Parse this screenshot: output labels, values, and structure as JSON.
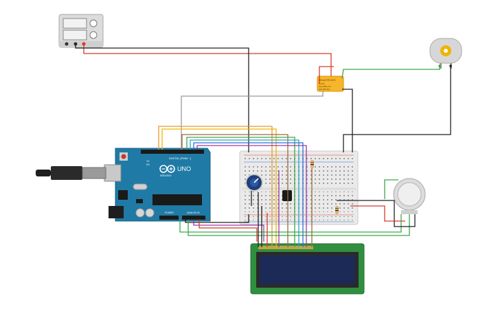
{
  "arduino": {
    "brand_text": "UNO",
    "sub_text": "ARDUINO",
    "header_digital": "DIGITAL (PWM ~)",
    "header_power": "POWER",
    "header_analog": "ANALOG IN",
    "tx_label": "TX",
    "rx_label": "RX"
  },
  "relay": {
    "line1": "RELAY-PR-SCS",
    "line2": "5V DC",
    "line3": "10A 250V AC",
    "line4": "10A 30V DC"
  },
  "colors": {
    "arduino_board": "#1f7aa6",
    "breadboard": "#e9e9e9",
    "lcd_pcb": "#2f8f3f",
    "lcd_screen": "#1c2a57",
    "relay_body": "#f7b52a",
    "wire_red": "#d63a2b",
    "wire_black": "#222222",
    "wire_green": "#3aa64a",
    "wire_yellow": "#f0b400",
    "wire_orange": "#e8962a",
    "wire_blue": "#2a6fd6",
    "wire_purple": "#9a3aa6",
    "wire_cyan": "#2aa6c6",
    "wire_gray": "#9a9a9a",
    "wire_brown": "#9a6a3a"
  },
  "icons": {
    "power_supply": "power-supply-icon",
    "usb_cable": "usb-cable-icon",
    "dc_motor": "dc-motor-icon",
    "gas_sensor": "gas-sensor-icon",
    "potentiometer": "potentiometer-icon",
    "temperature_sensor": "temperature-sensor-icon"
  }
}
